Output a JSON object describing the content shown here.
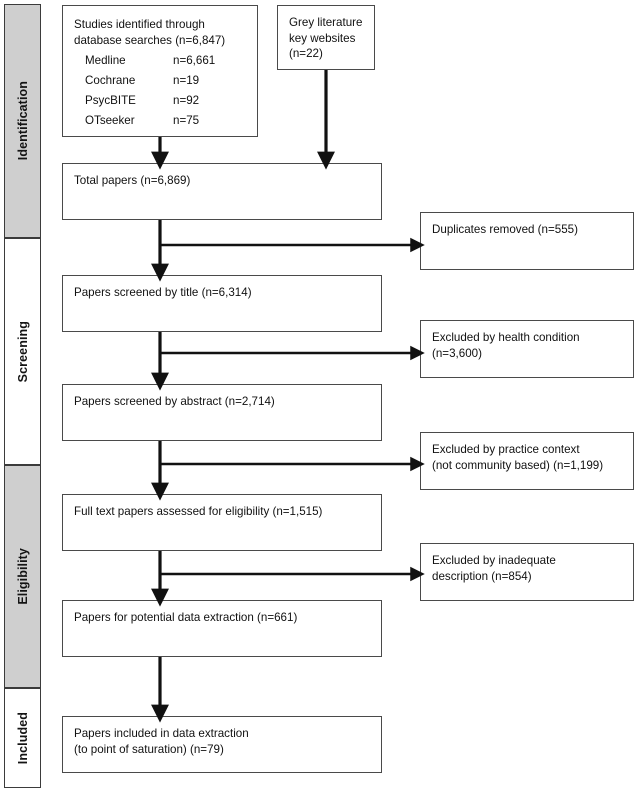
{
  "figure": {
    "type": "prisma-flow-diagram",
    "stages": [
      {
        "label": "Identification",
        "shade": "gray"
      },
      {
        "label": "Screening",
        "shade": "white"
      },
      {
        "label": "Eligibility",
        "shade": "gray"
      },
      {
        "label": "Included",
        "shade": "white"
      }
    ],
    "identification": {
      "database_box": {
        "line1": "Studies identified through",
        "line2": "database searches (n=6,847)",
        "sources": [
          {
            "name": "Medline",
            "count": "n=6,661"
          },
          {
            "name": "Cochrane",
            "count": "n=19"
          },
          {
            "name": "PsycBITE",
            "count": "n=92"
          },
          {
            "name": "OTseeker",
            "count": "n=75"
          }
        ]
      },
      "grey_literature_box": "Grey literature\nkey websites\n(n=22)"
    },
    "flow_boxes": [
      {
        "id": "total-papers",
        "text": "Total papers (n=6,869)"
      },
      {
        "id": "screened-by-title",
        "text": "Papers screened by title (n=6,314)"
      },
      {
        "id": "screened-by-abstract",
        "text": "Papers screened by abstract (n=2,714)"
      },
      {
        "id": "full-text-assessed",
        "text": "Full text papers assessed for eligibility (n=1,515)"
      },
      {
        "id": "potential-data-extraction",
        "text": "Papers for potential data extraction (n=661)"
      },
      {
        "id": "included-data-extraction",
        "text": "Papers included in data extraction\n(to point of saturation) (n=79)"
      }
    ],
    "exclusion_boxes": [
      {
        "id": "duplicates-removed",
        "text": "Duplicates removed (n=555)"
      },
      {
        "id": "excluded-health",
        "text": "Excluded by health condition\n(n=3,600)"
      },
      {
        "id": "excluded-context",
        "text": "Excluded by practice context\n(not community based) (n=1,199)"
      },
      {
        "id": "excluded-description",
        "text": "Excluded by inadequate\ndescription (n=854)"
      }
    ],
    "colors": {
      "stage_shade": "#cfcfcf",
      "box_border": "#4a4a4a",
      "rail_border": "#3b3b3b",
      "arrow": "#111111",
      "text": "#111111",
      "background": "#ffffff"
    }
  }
}
